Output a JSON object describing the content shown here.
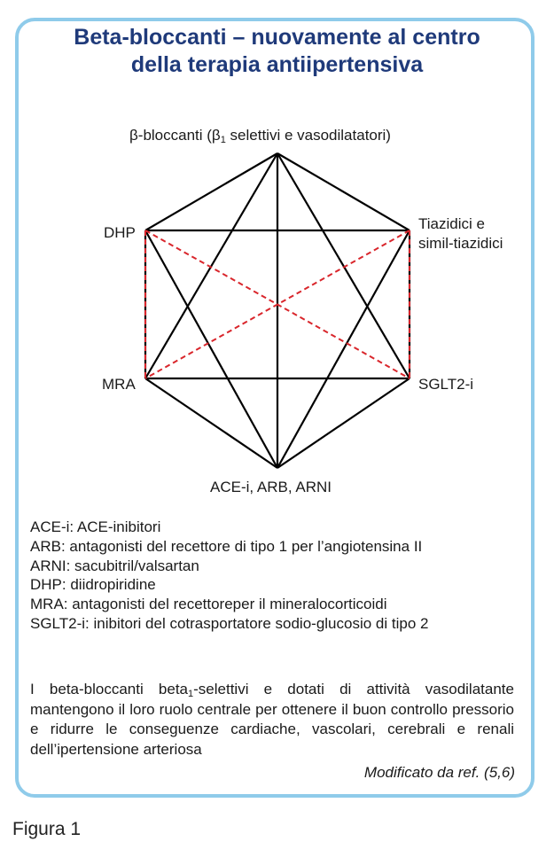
{
  "title_line1": "Beta-bloccanti – nuovamente al centro",
  "title_line2": "della terapia antiipertensiva",
  "nodes": {
    "top_pre": "β-bloccanti (β",
    "top_sub": "1",
    "top_post": " selettivi e vasodilatatori)",
    "dhp": "DHP",
    "tiazidici_line1": "Tiazidici e",
    "tiazidici_line2": "simil-tiazidici",
    "mra": "MRA",
    "sglt2": "SGLT2-i",
    "ace": "ACE-i, ARB, ARNI"
  },
  "legend": [
    "ACE-i: ACE-inibitori",
    "ARB: antagonisti del recettore di tipo 1 per l’angiotensina II",
    "ARNI: sacubitril/valsartan",
    "DHP: diidropiridine",
    "MRA: antagonisti del recettoreper il mineralocorticoidi",
    "SGLT2-i: inibitori del cotrasportatore sodio-glucosio di tipo 2"
  ],
  "description": {
    "pre": "I beta-bloccanti beta",
    "sub": "1",
    "post": "-selettivi e dotati di attività vasodilatante mantengono il loro ruolo centrale per ottenere il buon controllo pressorio e ridurre le conseguenze cardiache, vascolari, cerebrali e renali dell’ipertensione arteriosa"
  },
  "source": "Modificato da ref. (5,6)",
  "caption": "Figura 1",
  "colors": {
    "frame": "#8fcbea",
    "title": "#1f3a7a",
    "solid_edge": "#000000",
    "dashed_edge": "#d9262c"
  }
}
